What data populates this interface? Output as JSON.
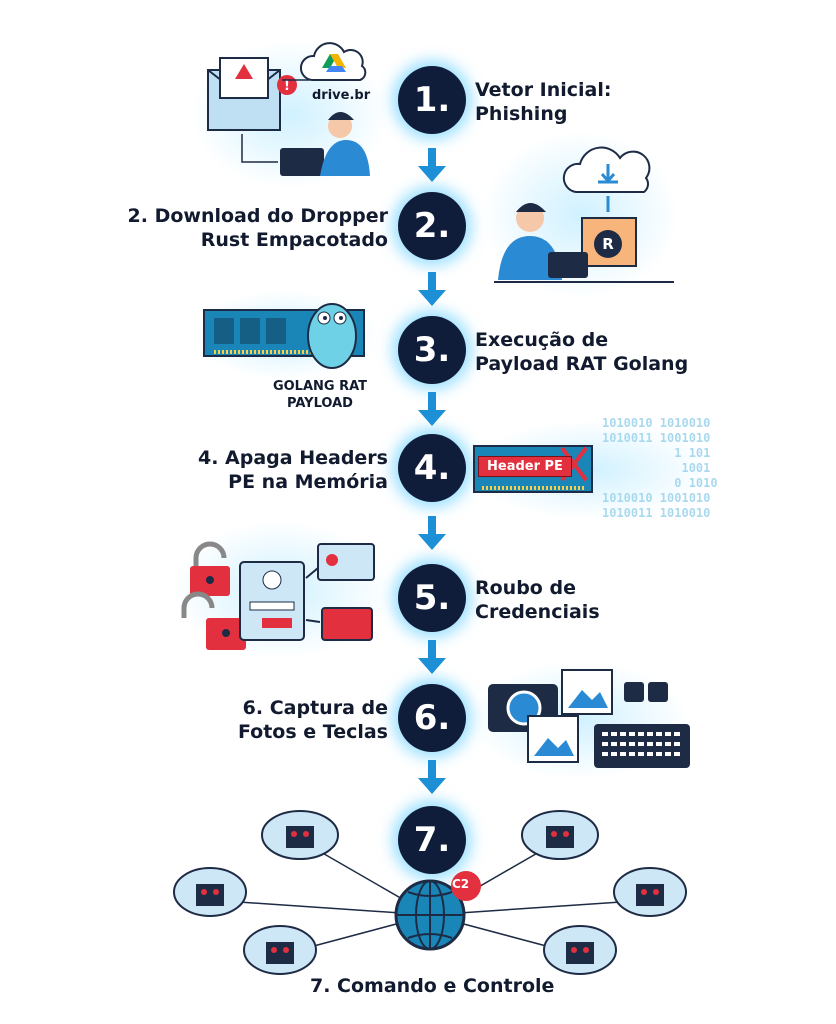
{
  "steps": [
    {
      "number": "1.",
      "label_line1": "Vetor Inicial:",
      "label_line2": "Phishing"
    },
    {
      "number": "2.",
      "label_line1": "2. Download do Dropper",
      "label_line2": "Rust Empacotado"
    },
    {
      "number": "3.",
      "label_line1": "Execução de",
      "label_line2": "Payload RAT Golang"
    },
    {
      "number": "4.",
      "label_line1": "4. Apaga Headers",
      "label_line2": "PE na Memória"
    },
    {
      "number": "5.",
      "label_line1": "Roubo de",
      "label_line2": "Credenciais"
    },
    {
      "number": "6.",
      "label_line1": "6. Captura de",
      "label_line2": "Fotos e Teclas"
    },
    {
      "number": "7.",
      "label_line1": "7. Comando e Controle"
    }
  ],
  "illustrations": {
    "drive_label": "drive.br",
    "golang_caption_line1": "GOLANG RAT",
    "golang_caption_line2": "PAYLOAD",
    "header_pe_label": "Header PE",
    "binary_lines": [
      "1010010 1010010",
      "1010011 1001010",
      "          1 101",
      "           1001",
      "          0 1010",
      "1010010 1001010",
      "1010011 1010010"
    ],
    "c2_badge": "C2"
  },
  "colors": {
    "circle": "#0f1d3a",
    "arrow": "#1c8fd6",
    "glow": "#50c8ff",
    "alert": "#e2303f"
  }
}
